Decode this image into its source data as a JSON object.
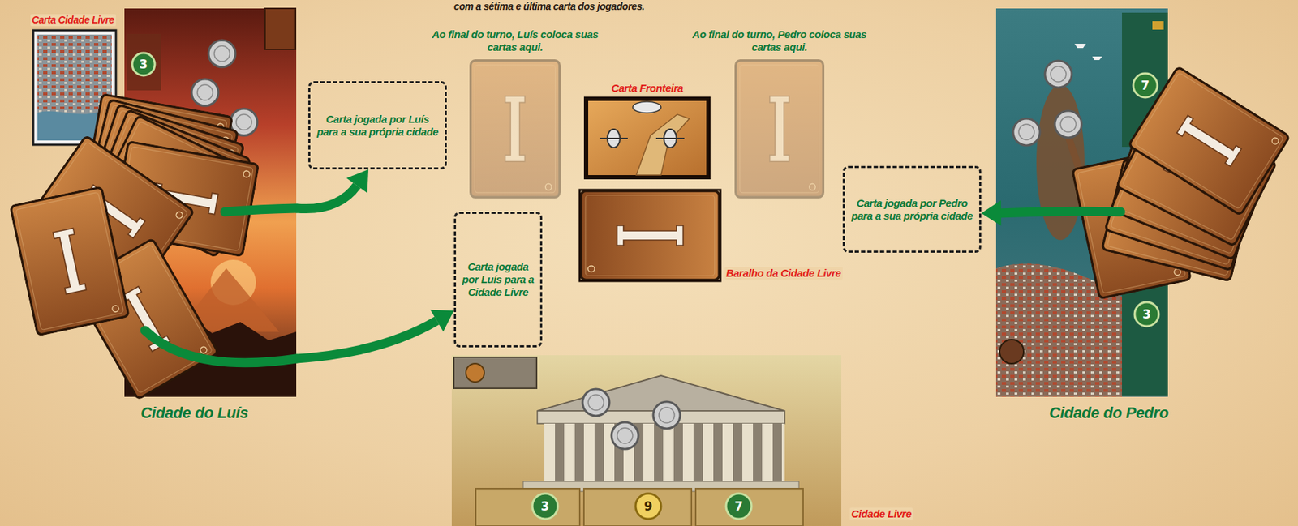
{
  "diagram": {
    "nodes": [
      {
        "text": [
          "Carta Cidade Livre"
        ]
      },
      {
        "text": [
          "Cidade do Luís"
        ]
      },
      {
        "text": [
          "Carta jogada por Luís para a sua própria cidade"
        ]
      },
      {
        "text": [
          "Carta jogada por Luís para a Cidade Livre"
        ]
      },
      {
        "text": [
          "Ao final do turno, Luís coloca suas cartas aqui."
        ]
      },
      {
        "text": [
          "Carta Fronteira"
        ]
      },
      {
        "text": [
          "Baralho da Cidade Livre"
        ]
      },
      {
        "text": [
          "Ao final do turno, Pedro coloca suas cartas aqui."
        ]
      },
      {
        "text": [
          "Carta jogada por Pedro para a sua própria cidade"
        ]
      },
      {
        "text": [
          "Cidade do Pedro"
        ]
      },
      {
        "text": [
          "Cidade Livre"
        ]
      }
    ],
    "edges": [
      {
        "from": 1,
        "to": 2,
        "arrow": "to"
      },
      {
        "from": 1,
        "to": 3,
        "arrow": "to"
      },
      {
        "from": 9,
        "to": 8,
        "arrow": "to"
      }
    ],
    "labels": [
      "com a sétima e última carta dos jogadores.",
      "3",
      "7",
      "3",
      "3",
      "9",
      "7"
    ]
  }
}
